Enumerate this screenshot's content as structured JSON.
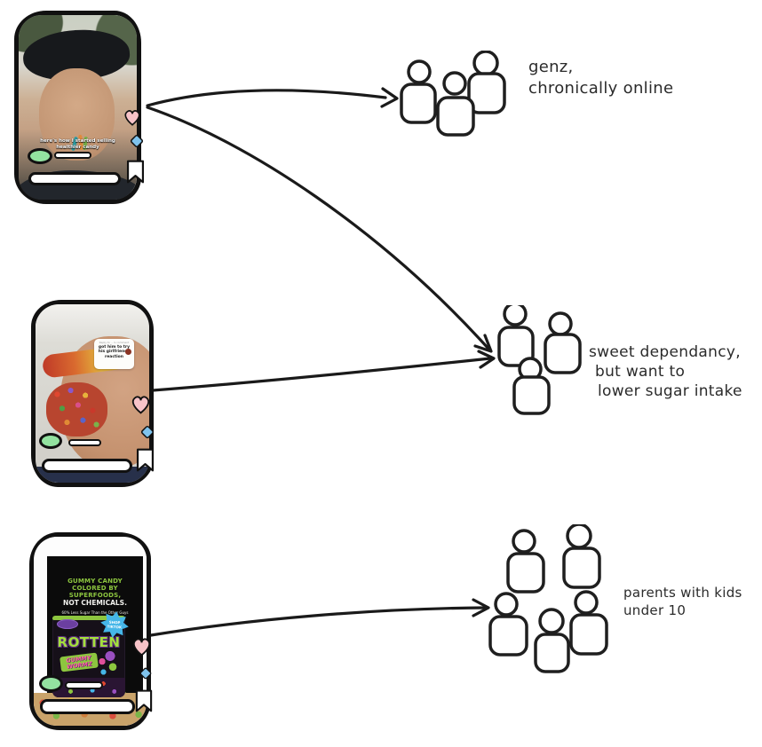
{
  "phones": {
    "founder": {
      "caption_line1": "here's how I started selling",
      "caption_line2": "healthier candy"
    },
    "gummy": {
      "reply_header": "Reply to ...'s comment",
      "reply_line1": "got him to try",
      "reply_line2": "his girlfriends",
      "reply_line3": "reaction"
    },
    "ad": {
      "headline_line1": "GUMMY CANDY",
      "headline_line2": "COLORED BY SUPERFOODS,",
      "headline_line3": "NOT CHEMICALS.",
      "subline": "60% Less Sugar Than the Other Guys",
      "badge": "SHOP TIKTOK",
      "brand": "ROTTEN",
      "product": "GUMMY WORMZ"
    }
  },
  "audiences": {
    "genz": {
      "line1": "genz,",
      "line2": "chronically online"
    },
    "sweet": {
      "line1": "sweet dependancy,",
      "line2": "but want to",
      "line3": "lower sugar intake"
    },
    "parents": {
      "line1": "parents with kids",
      "line2": "under 10"
    }
  },
  "colors": {
    "canvas": "#ffffff",
    "stroke": "#1a1a1a",
    "heart_pink": "#f8c3c8",
    "diamond_blue": "#7fc3ed",
    "avatar_green": "#93e2a0",
    "ad_green": "#8dc63f",
    "badge_blue": "#45b6e8",
    "brand_green": "#a4e03c",
    "product_pink": "#ff5fa8"
  }
}
